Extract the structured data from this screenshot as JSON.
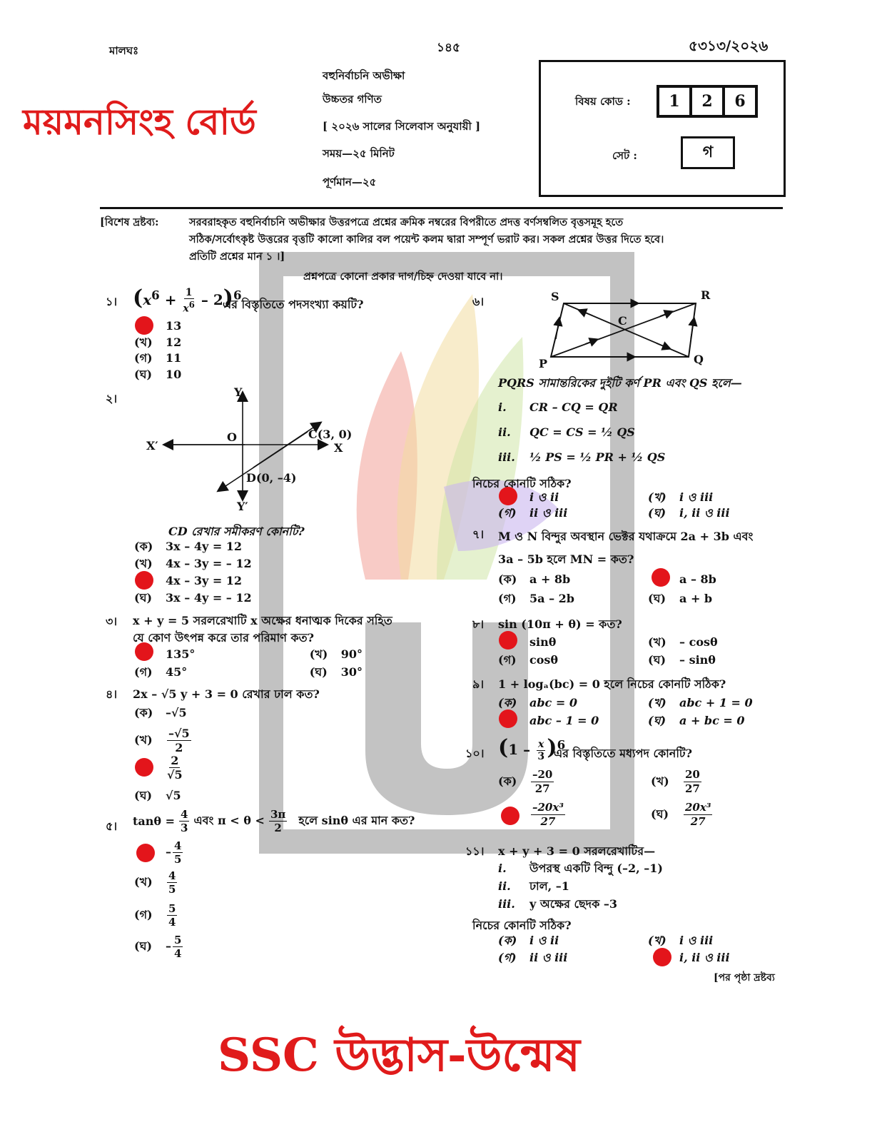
{
  "header": {
    "left_label": "মালঘঃ",
    "page_no": "১৪৫",
    "code": "৫৩১৩/২০২৬",
    "board": "ময়মনসিংহ বোর্ড",
    "exam_type": "বহুনির্বাচনি অভীক্ষা",
    "subject": "উচ্চতর গণিত",
    "syllabus": "[ ২০২৬ সালের সিলেবাস অনুযায়ী ]",
    "time": "সময়—২৫ মিনিট",
    "full_marks": "পূর্ণমান—২৫",
    "subject_code_label": "বিষয় কোড :",
    "subject_code_digits": [
      "1",
      "2",
      "6"
    ],
    "set_label": "সেট :",
    "set_value": "গ"
  },
  "instructions": {
    "label": "[বিশেষ দ্রষ্টব্য:",
    "line1": "সরবরাহকৃত বহুনির্বাচনি অভীক্ষার উত্তরপত্রে প্রশ্নের ক্রমিক নম্বরের বিপরীতে প্রদত্ত বর্ণসম্বলিত বৃত্তসমূহ হতে",
    "line2": "সঠিক/সর্বোৎকৃষ্ট উত্তরের বৃত্তটি কালো কালির বল পয়েন্ট কলম দ্বারা সম্পূর্ণ ভরাট কর। সকল প্রশ্নের উত্তর দিতে হবে।",
    "line3": "প্রতিটি প্রশ্নের মান ১ ।]",
    "no_marks": "প্রশ্নপত্রে কোনো প্রকার দাগ/চিহ্ন দেওয়া যাবে না।"
  },
  "questions": {
    "q1": {
      "no": "১।",
      "tail": "এর বিস্তৃতিতে পদসংখ্যা কয়টি?",
      "opts": [
        [
          "",
          "13"
        ],
        [
          "(খ)",
          "12"
        ],
        [
          "(গ)",
          "11"
        ],
        [
          "(ঘ)",
          "10"
        ]
      ]
    },
    "q2": {
      "no": "২।",
      "question": "CD রেখার সমীকরণ কোনটি?",
      "graph": {
        "y": "Y",
        "x_neg": "X′",
        "origin": "O",
        "x": "X",
        "y_neg": "Y′",
        "c": "C(3, 0)",
        "d": "D(0, –4)"
      },
      "opts": [
        [
          "(ক)",
          "3x – 4y = 12"
        ],
        [
          "(খ)",
          "4x – 3y = – 12"
        ],
        [
          "",
          "4x – 3y = 12"
        ],
        [
          "(ঘ)",
          "3x – 4y = – 12"
        ]
      ]
    },
    "q3": {
      "no": "৩।",
      "line1": "x + y = 5 সরলরেখাটি x অক্ষের ধনাত্মক দিকের  সহিত",
      "line2": "যে কোণ উৎপন্ন করে তার পরিমাণ কত?",
      "opts": [
        [
          "",
          "135°"
        ],
        [
          "(খ)",
          "90°"
        ],
        [
          "(গ)",
          "45°"
        ],
        [
          "(ঘ)",
          "30°"
        ]
      ]
    },
    "q4": {
      "no": "৪।",
      "question": "2x – √5 y + 3 = 0 রেখার ঢাল কত?",
      "opt_k": [
        "(ক)",
        "–√5"
      ],
      "opt_kh_label": "(খ)",
      "opt_kh_num": "–√5",
      "opt_kh_den": "2",
      "opt_g_num": "2",
      "opt_g_den": "√5",
      "opt_gh": [
        "(ঘ)",
        "√5"
      ]
    },
    "q5": {
      "no": "৫।",
      "pre": "tanθ =",
      "n1": "4",
      "d1": "3",
      "mid": "এবং π < θ <",
      "n2": "3π",
      "d2": "2",
      "tail": "হলে sinθ এর মান কত?",
      "opts": [
        {
          "label": "",
          "sign": "–",
          "num": "4",
          "den": "5"
        },
        {
          "label": "(খ)",
          "sign": "",
          "num": "4",
          "den": "5"
        },
        {
          "label": "(গ)",
          "sign": "",
          "num": "5",
          "den": "4"
        },
        {
          "label": "(ঘ)",
          "sign": "–",
          "num": "5",
          "den": "4"
        }
      ]
    },
    "q6": {
      "no": "৬।",
      "vertices": {
        "s": "S",
        "r": "R",
        "c": "C",
        "p": "P",
        "q": "Q"
      },
      "stem": "PQRS সামান্তরিকের দুইটি কর্ণ PR এবং QS হলে—",
      "i": "CR – CQ = QR",
      "ii": "QC = CS = ½ QS",
      "iii": "½ PS = ½ PR + ½ QS",
      "which": "নিচের কোনটি সঠিক?",
      "opts": [
        [
          "",
          "i ও ii"
        ],
        [
          "(খ)",
          "i ও iii"
        ],
        [
          "(গ)",
          "ii ও iii"
        ],
        [
          "(ঘ)",
          "i, ii ও iii"
        ]
      ]
    },
    "q7": {
      "no": "৭।",
      "line1": "M ও N বিন্দুর অবস্থান ভেক্টর যথাক্রমে 2a + 3b এবং",
      "line2": "3a – 5b হলে MN = কত?",
      "opts": [
        [
          "(ক)",
          "a + 8b"
        ],
        [
          "",
          "a – 8b"
        ],
        [
          "(গ)",
          "5a – 2b"
        ],
        [
          "(ঘ)",
          "a + b"
        ]
      ]
    },
    "q8": {
      "no": "৮।",
      "question": "sin (10π + θ) = কত?",
      "opts": [
        [
          "",
          "sinθ"
        ],
        [
          "(খ)",
          "– cosθ"
        ],
        [
          "(গ)",
          "cosθ"
        ],
        [
          "(ঘ)",
          "– sinθ"
        ]
      ]
    },
    "q9": {
      "no": "৯।",
      "question": "1 + logₐ(bc) = 0 হলে নিচের কোনটি সঠিক?",
      "opts": [
        [
          "(ক)",
          "abc = 0"
        ],
        [
          "(খ)",
          "abc + 1 = 0"
        ],
        [
          "",
          "abc – 1 = 0"
        ],
        [
          "(ঘ)",
          "a + bc = 0"
        ]
      ]
    },
    "q10": {
      "no": "১০।",
      "tail": "এর বিস্তৃতিতে মধ্যপদ কোনটি?",
      "opts": [
        {
          "label": "(ক)",
          "num": "–20",
          "den": "27"
        },
        {
          "label": "(খ)",
          "num": "20",
          "den": "27"
        },
        {
          "label": "",
          "num": "–20x³",
          "den": "27"
        },
        {
          "label": "(ঘ)",
          "num": "20x³",
          "den": "27"
        }
      ]
    },
    "q11": {
      "no": "১১।",
      "stem": "x + y + 3 = 0 সরলরেখাটির—",
      "i": "উপরস্থ একটি বিন্দু (–2, –1)",
      "ii": "ঢাল, –1",
      "iii": "y অক্ষের ছেদক –3",
      "which": "নিচের কোনটি সঠিক?",
      "opts": [
        [
          "(ক)",
          "i ও ii"
        ],
        [
          "(খ)",
          "i ও iii"
        ],
        [
          "(গ)",
          "ii ও iii"
        ],
        [
          "",
          "i, ii ও iii"
        ]
      ]
    }
  },
  "next_page": "[পর পৃষ্ঠা দ্রষ্টব্য",
  "footer": "SSC উদ্ভাস-উন্মেষ",
  "colors": {
    "brand_red": "#e01b1b",
    "answer_dot": "#e3151b"
  }
}
